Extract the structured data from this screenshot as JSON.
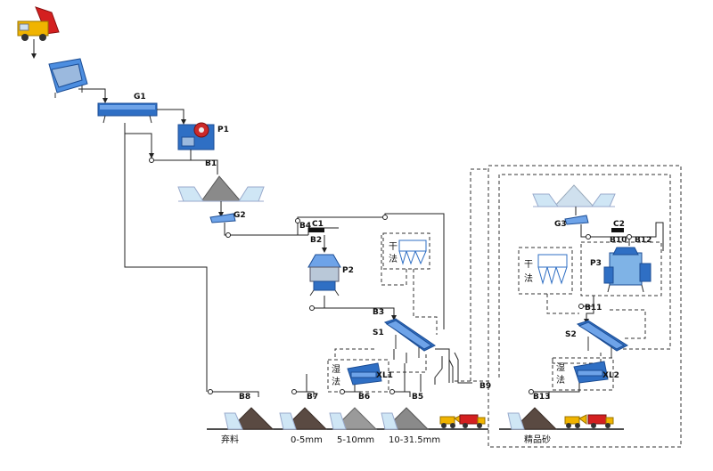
{
  "labels": {
    "G1": "G1",
    "P1": "P1",
    "B1": "B1",
    "G2": "G2",
    "B4": "B4",
    "C1": "C1",
    "B2": "B2",
    "P2": "P2",
    "B3": "B3",
    "S1": "S1",
    "XL1": "XL1",
    "B8": "B8",
    "B7": "B7",
    "B6": "B6",
    "B5": "B5",
    "B9": "B9",
    "G3": "G3",
    "C2": "C2",
    "B10": "B10",
    "B12": "B12",
    "P3": "P3",
    "B11": "B11",
    "S2": "S2",
    "XL2": "XL2",
    "B13": "B13"
  },
  "methods": {
    "dry1_a": "干",
    "dry1_b": "法",
    "dry2_a": "干",
    "dry2_b": "法",
    "wet1_a": "湿",
    "wet1_b": "法",
    "wet2_a": "湿",
    "wet2_b": "法"
  },
  "products": {
    "waste": "弃料",
    "p1": "0-5mm",
    "p2": "5-10mm",
    "p3": "10-31.5mm",
    "fine_sand": "精品砂"
  },
  "colors": {
    "equipment_blue": "#2f6fc4",
    "truck_yellow": "#f0b400",
    "truck_red": "#d42020",
    "stockpile_dark": "#5a4a42",
    "stockpile_grey": "#9a9a9a"
  }
}
